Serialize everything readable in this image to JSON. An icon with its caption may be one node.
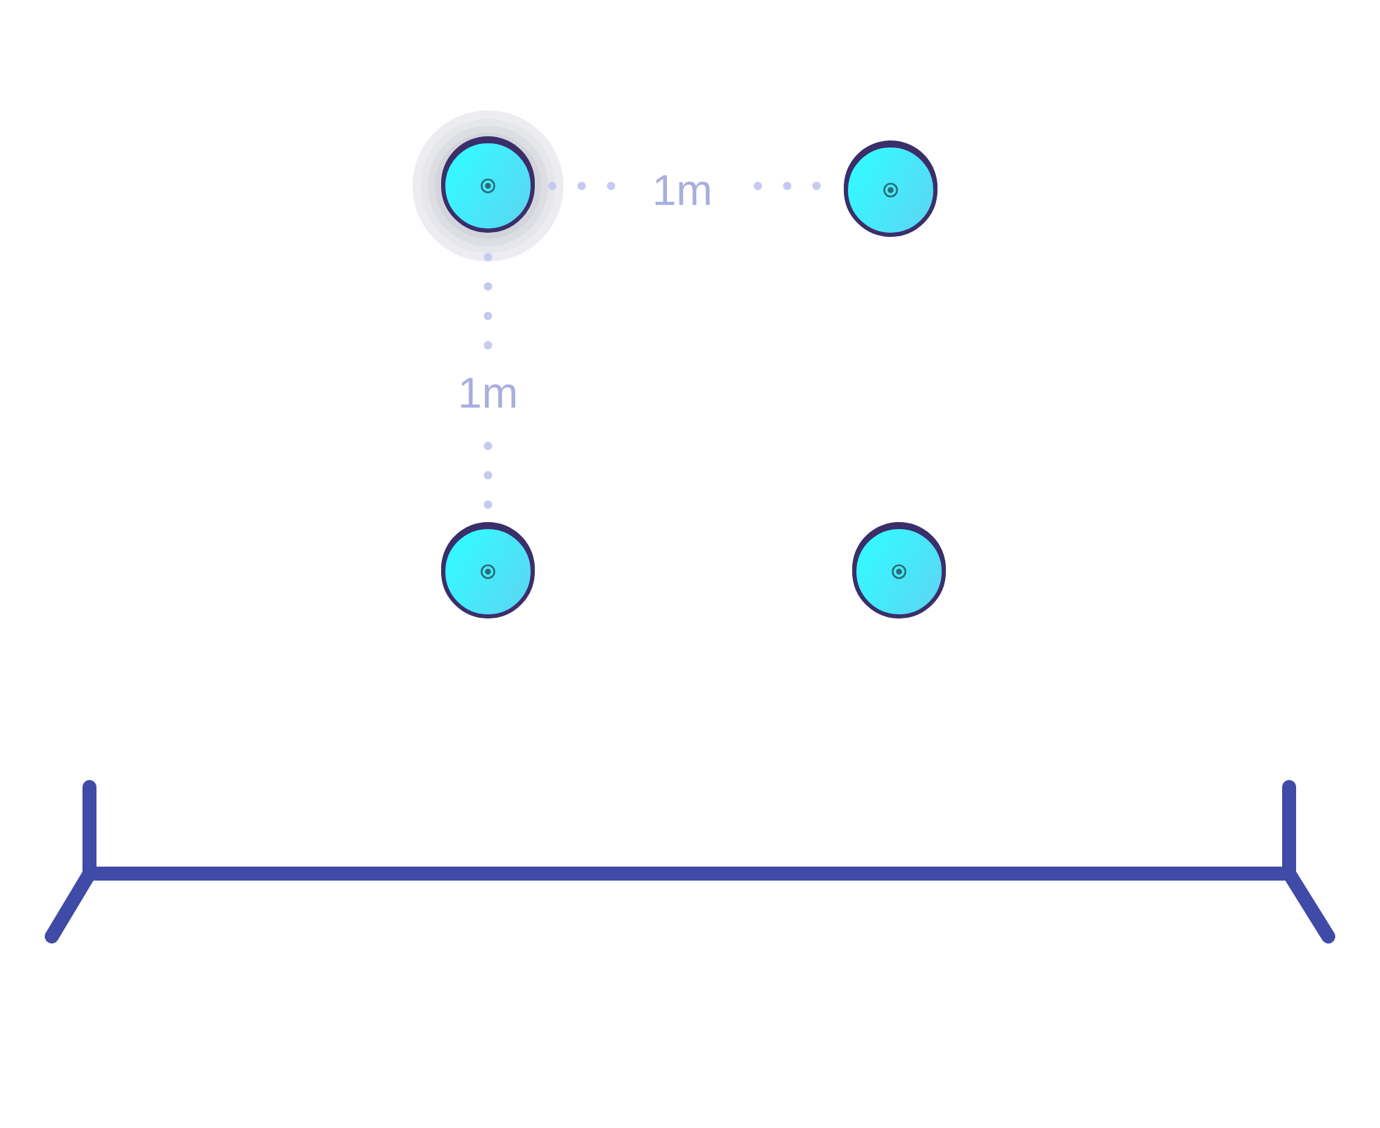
{
  "diagram": {
    "nodes": [
      {
        "text": [],
        "shape": "circle"
      },
      {
        "text": [],
        "shape": "circle"
      },
      {
        "text": [],
        "shape": "circle"
      },
      {
        "text": [],
        "shape": "circle"
      }
    ],
    "labels": [
      "1m",
      "1m"
    ]
  }
}
